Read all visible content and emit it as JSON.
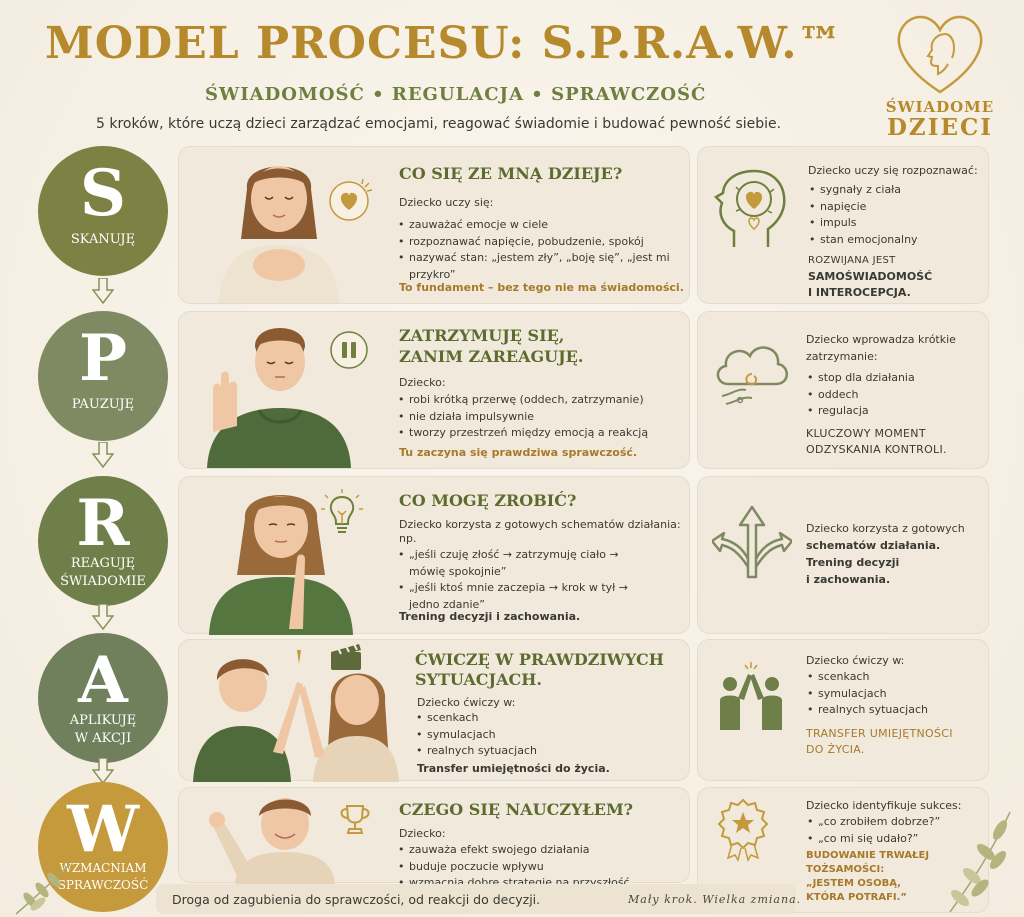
{
  "header": {
    "title": "MODEL PROCESU: S.P.R.A.W.™",
    "subtitle": "ŚWIADOMOŚĆ • REGULACJA • SPRAWCZOŚĆ",
    "tagline": "5 kroków, które uczą dzieci zarządzać emocjami, reagować świadomie i budować pewność siebie."
  },
  "logo": {
    "line1": "ŚWIADOME",
    "line2": "DZIECI"
  },
  "colors": {
    "gold": "#b68a2c",
    "olive": "#6f7f3e",
    "s": "#7d8244",
    "p": "#7f8a62",
    "r": "#6f7f4a",
    "a": "#707f5c",
    "w": "#c49a3d"
  },
  "steps": [
    {
      "letter": "S",
      "word": "SKANUJĘ",
      "title": "CO SIĘ ZE MNĄ DZIEJE?",
      "intro": "Dziecko uczy się:",
      "bullets": [
        "zauważać emocje w ciele",
        "rozpoznawać napięcie, pobudzenie, spokój",
        "nazywać stan: „jestem zły”, „boję się”, „jest mi przykro”"
      ],
      "note": "To fundament – bez tego nie ma świadomości.",
      "side": {
        "intro": "Dziecko uczy się rozpoznawać:",
        "bullets": [
          "sygnały z ciała",
          "napięcie",
          "impuls",
          "stan emocjonalny"
        ],
        "caps1": "ROZWIJANA JEST",
        "caps2": "SAMOŚWIADOMOŚĆ",
        "caps3": "I INTEROCEPCJA."
      }
    },
    {
      "letter": "P",
      "word": "PAUZUJĘ",
      "title1": "ZATRZYMUJĘ SIĘ,",
      "title2": "ZANIM ZAREAGUJĘ.",
      "intro": "Dziecko:",
      "bullets": [
        "robi krótką przerwę (oddech, zatrzymanie)",
        "nie działa impulsywnie",
        "tworzy przestrzeń między emocją a reakcją"
      ],
      "note": "Tu zaczyna się prawdziwa sprawczość.",
      "side": {
        "intro1": "Dziecko wprowadza krótkie",
        "intro2": "zatrzymanie:",
        "bullets": [
          "stop dla działania",
          "oddech",
          "regulacja"
        ],
        "caps1": "KLUCZOWY MOMENT",
        "caps2": "ODZYSKANIA KONTROLI."
      }
    },
    {
      "letter": "R",
      "word1": "REAGUJĘ",
      "word2": "ŚWIADOMIE",
      "title": "CO MOGĘ ZROBIĆ?",
      "intro1": "Dziecko korzysta z gotowych schematów działania:",
      "intro2": "np.",
      "ex1a": "„jeśli czuję złość → zatrzymuję ciało →",
      "ex1b": "mówię spokojnie”",
      "ex2a": "„jeśli ktoś mnie zaczepia → krok w tył →",
      "ex2b": "jedno zdanie”",
      "note": "Trening decyzji i zachowania.",
      "side": {
        "line1": "Dziecko korzysta z gotowych",
        "line2": "schematów działania.",
        "line3": "Trening decyzji",
        "line4": "i zachowania."
      }
    },
    {
      "letter": "A",
      "word1": "APLIKUJĘ",
      "word2": "W AKCJI",
      "title1": "ĆWICZĘ W PRAWDZIWYCH",
      "title2": "SYTUACJACH.",
      "intro": "Dziecko ćwiczy w:",
      "bullets": [
        "scenkach",
        "symulacjach",
        "realnych sytuacjach"
      ],
      "note": "Transfer umiejętności do życia.",
      "side": {
        "intro": "Dziecko ćwiczy w:",
        "bullets": [
          "scenkach",
          "symulacjach",
          "realnych sytuacjach"
        ],
        "caps1": "TRANSFER UMIEJĘTNOŚCI",
        "caps2": "DO ŻYCIA."
      }
    },
    {
      "letter": "W",
      "word1": "WZMACNIAM",
      "word2": "SPRAWCZOŚĆ",
      "title": "CZEGO SIĘ NAUCZYŁEM?",
      "intro": "Dziecko:",
      "bullets": [
        "zauważa efekt swojego działania",
        "buduje poczucie wpływu",
        "wzmacnia dobre strategie na przyszłość"
      ],
      "side": {
        "intro": "Dziecko identyfikuje sukces:",
        "bullets": [
          "„co zrobiłem dobrze?”",
          "„co mi się udało?”"
        ],
        "caps1": "BUDOWANIE TRWAŁEJ",
        "caps2": "TOŻSAMOŚCI:",
        "caps3": "„JESTEM OSOBĄ,",
        "caps4": "KTÓRA POTRAFI.”"
      }
    }
  ],
  "footer": {
    "left": "Droga od zagubienia do sprawczości, od reakcji do decyzji.",
    "right": "Mały krok. Wielka zmiana."
  }
}
